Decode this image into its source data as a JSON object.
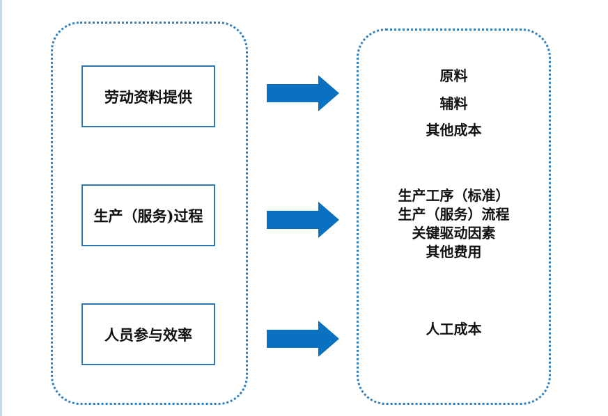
{
  "left_boxes": [
    "劳动资料提供",
    "生产（服务)过程",
    "人员参与效率"
  ],
  "right_group_1": [
    "原料",
    "辅料",
    "其他成本"
  ],
  "right_group_2": [
    "生产工序（标准）",
    "生产（服务）流程",
    "关键驱动因素",
    "其他费用"
  ],
  "right_group_3": [
    "人工成本"
  ],
  "colors": {
    "border": "#2f75b5",
    "arrow": "#0a70c0",
    "dotted": "#2f7fbf"
  }
}
